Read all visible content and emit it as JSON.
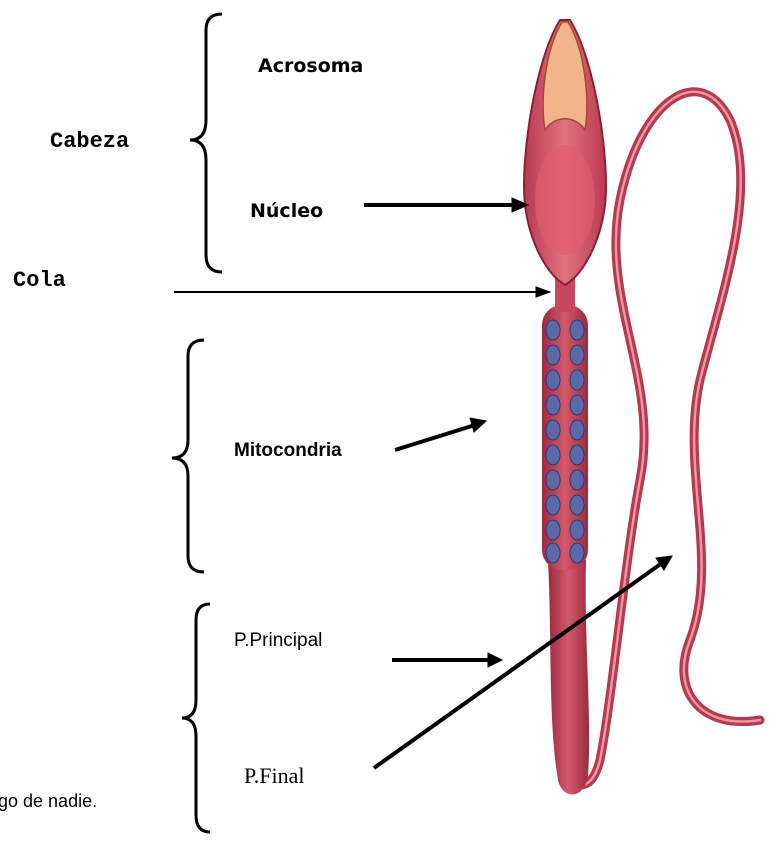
{
  "labels": {
    "cabeza": "Cabeza",
    "cola": "Cola",
    "acrosoma": "Acrosoma",
    "nucleo": "Núcleo",
    "mitocondria": "Mitocondria",
    "p_principal": "P.Principal",
    "p_final": "P.Final",
    "partial_text": "go de nadie."
  },
  "colors": {
    "cell_body": "#c94a5f",
    "cell_dark": "#8e1f33",
    "cell_light": "#e79aa3",
    "mitochondria": "#5c68a8",
    "acrosome": "#f2b48a"
  }
}
